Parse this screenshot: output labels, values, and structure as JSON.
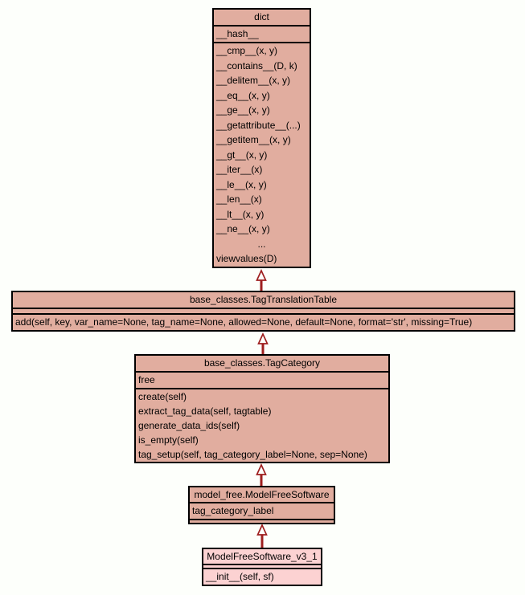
{
  "diagram": {
    "kind": "uml-class-inheritance",
    "colors": {
      "class_fill": "#e1ad9f",
      "highlight_fill": "#fcd2d2",
      "border": "#000000",
      "arrow": "#9e1f1f",
      "background": "#fdfffb",
      "text": "#000000"
    },
    "classes": [
      {
        "id": "dict",
        "title": "dict",
        "attributes": [
          "__hash__"
        ],
        "methods": [
          "__cmp__(x, y)",
          "__contains__(D, k)",
          "__delitem__(x, y)",
          "__eq__(x, y)",
          "__ge__(x, y)",
          "__getattribute__(...)",
          "__getitem__(x, y)",
          "__gt__(x, y)",
          "__iter__(x)",
          "__le__(x, y)",
          "__len__(x)",
          "__lt__(x, y)",
          "__ne__(x, y)",
          "...",
          "viewvalues(D)"
        ],
        "highlighted": false
      },
      {
        "id": "base_classes.TagTranslationTable",
        "title": "base_classes.TagTranslationTable",
        "attributes": [],
        "methods": [
          "add(self, key, var_name=None, tag_name=None, allowed=None, default=None, format='str', missing=True)"
        ],
        "highlighted": false
      },
      {
        "id": "base_classes.TagCategory",
        "title": "base_classes.TagCategory",
        "attributes": [
          "free"
        ],
        "methods": [
          "create(self)",
          "extract_tag_data(self, tagtable)",
          "generate_data_ids(self)",
          "is_empty(self)",
          "tag_setup(self, tag_category_label=None, sep=None)"
        ],
        "highlighted": false
      },
      {
        "id": "model_free.ModelFreeSoftware",
        "title": "model_free.ModelFreeSoftware",
        "attributes": [
          "tag_category_label"
        ],
        "methods": [],
        "highlighted": false
      },
      {
        "id": "ModelFreeSoftware_v3_1",
        "title": "ModelFreeSoftware_v3_1",
        "attributes": [],
        "methods": [
          "__init__(self, sf)"
        ],
        "highlighted": true
      }
    ],
    "arrows": [
      {
        "child": "base_classes.TagTranslationTable",
        "parent": "dict",
        "relation": "inherits"
      },
      {
        "child": "base_classes.TagCategory",
        "parent": "base_classes.TagTranslationTable",
        "relation": "inherits"
      },
      {
        "child": "model_free.ModelFreeSoftware",
        "parent": "base_classes.TagCategory",
        "relation": "inherits"
      },
      {
        "child": "ModelFreeSoftware_v3_1",
        "parent": "model_free.ModelFreeSoftware",
        "relation": "inherits"
      }
    ]
  }
}
